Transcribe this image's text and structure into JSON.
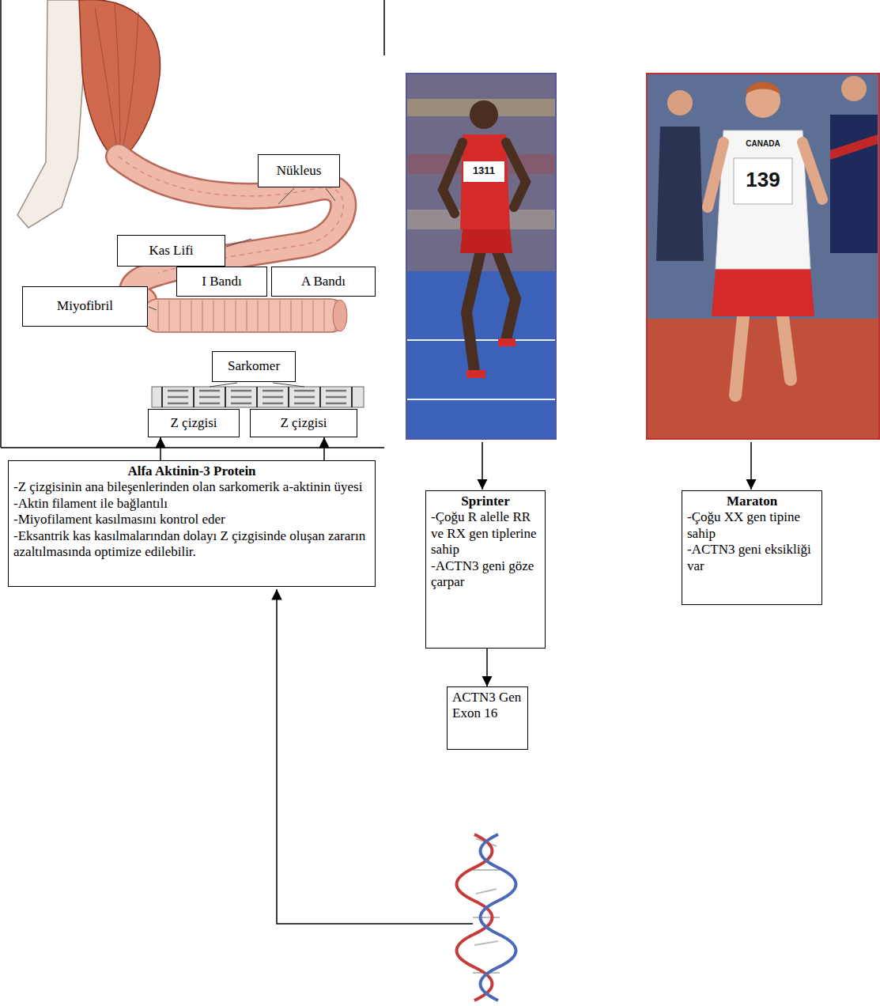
{
  "diagram": {
    "nodes": [
      {
        "text": [
          "Nükleus"
        ]
      },
      {
        "text": [
          "Kas Lifi"
        ]
      },
      {
        "text": [
          "I Bandı"
        ]
      },
      {
        "text": [
          "A Bandı"
        ]
      },
      {
        "text": [
          "Miyofibril"
        ]
      },
      {
        "text": [
          "Sarkomer"
        ]
      },
      {
        "text": [
          "Z çizgisi"
        ]
      },
      {
        "text": [
          "Z çizgisi"
        ]
      },
      {
        "text": [
          "Alfa Aktinin-3 Protein",
          "-Z çizgisinin ana bileşenlerinden olan sarkomerik a-aktinin üyesi",
          "-Aktin filament ile bağlantılı",
          "-Miyofilament kasılmasını kontrol eder",
          "-Eksantrik kas kasılmalarından dolayı Z çizgisinde oluşan zararın azaltılmasında optimize edilebilir."
        ]
      },
      {
        "text": [
          "Sprinter",
          "-Çoğu R alelle RR ve RX gen tiplerine sahip",
          "-ACTN3 geni göze çarpar"
        ]
      },
      {
        "text": [
          "Maraton",
          "-Çoğu XX gen tipine sahip",
          "-ACTN3 geni eksikliği var"
        ]
      },
      {
        "text": [
          "ACTN3 Gen Exon 16"
        ]
      }
    ],
    "edges": [
      {
        "from": 8,
        "to": 6,
        "arrow": "to"
      },
      {
        "from": 8,
        "to": 7,
        "arrow": "to"
      },
      {
        "from": 9,
        "to": 11,
        "arrow": "to"
      }
    ],
    "labels": [
      "1311",
      "CANADA",
      "139"
    ]
  }
}
